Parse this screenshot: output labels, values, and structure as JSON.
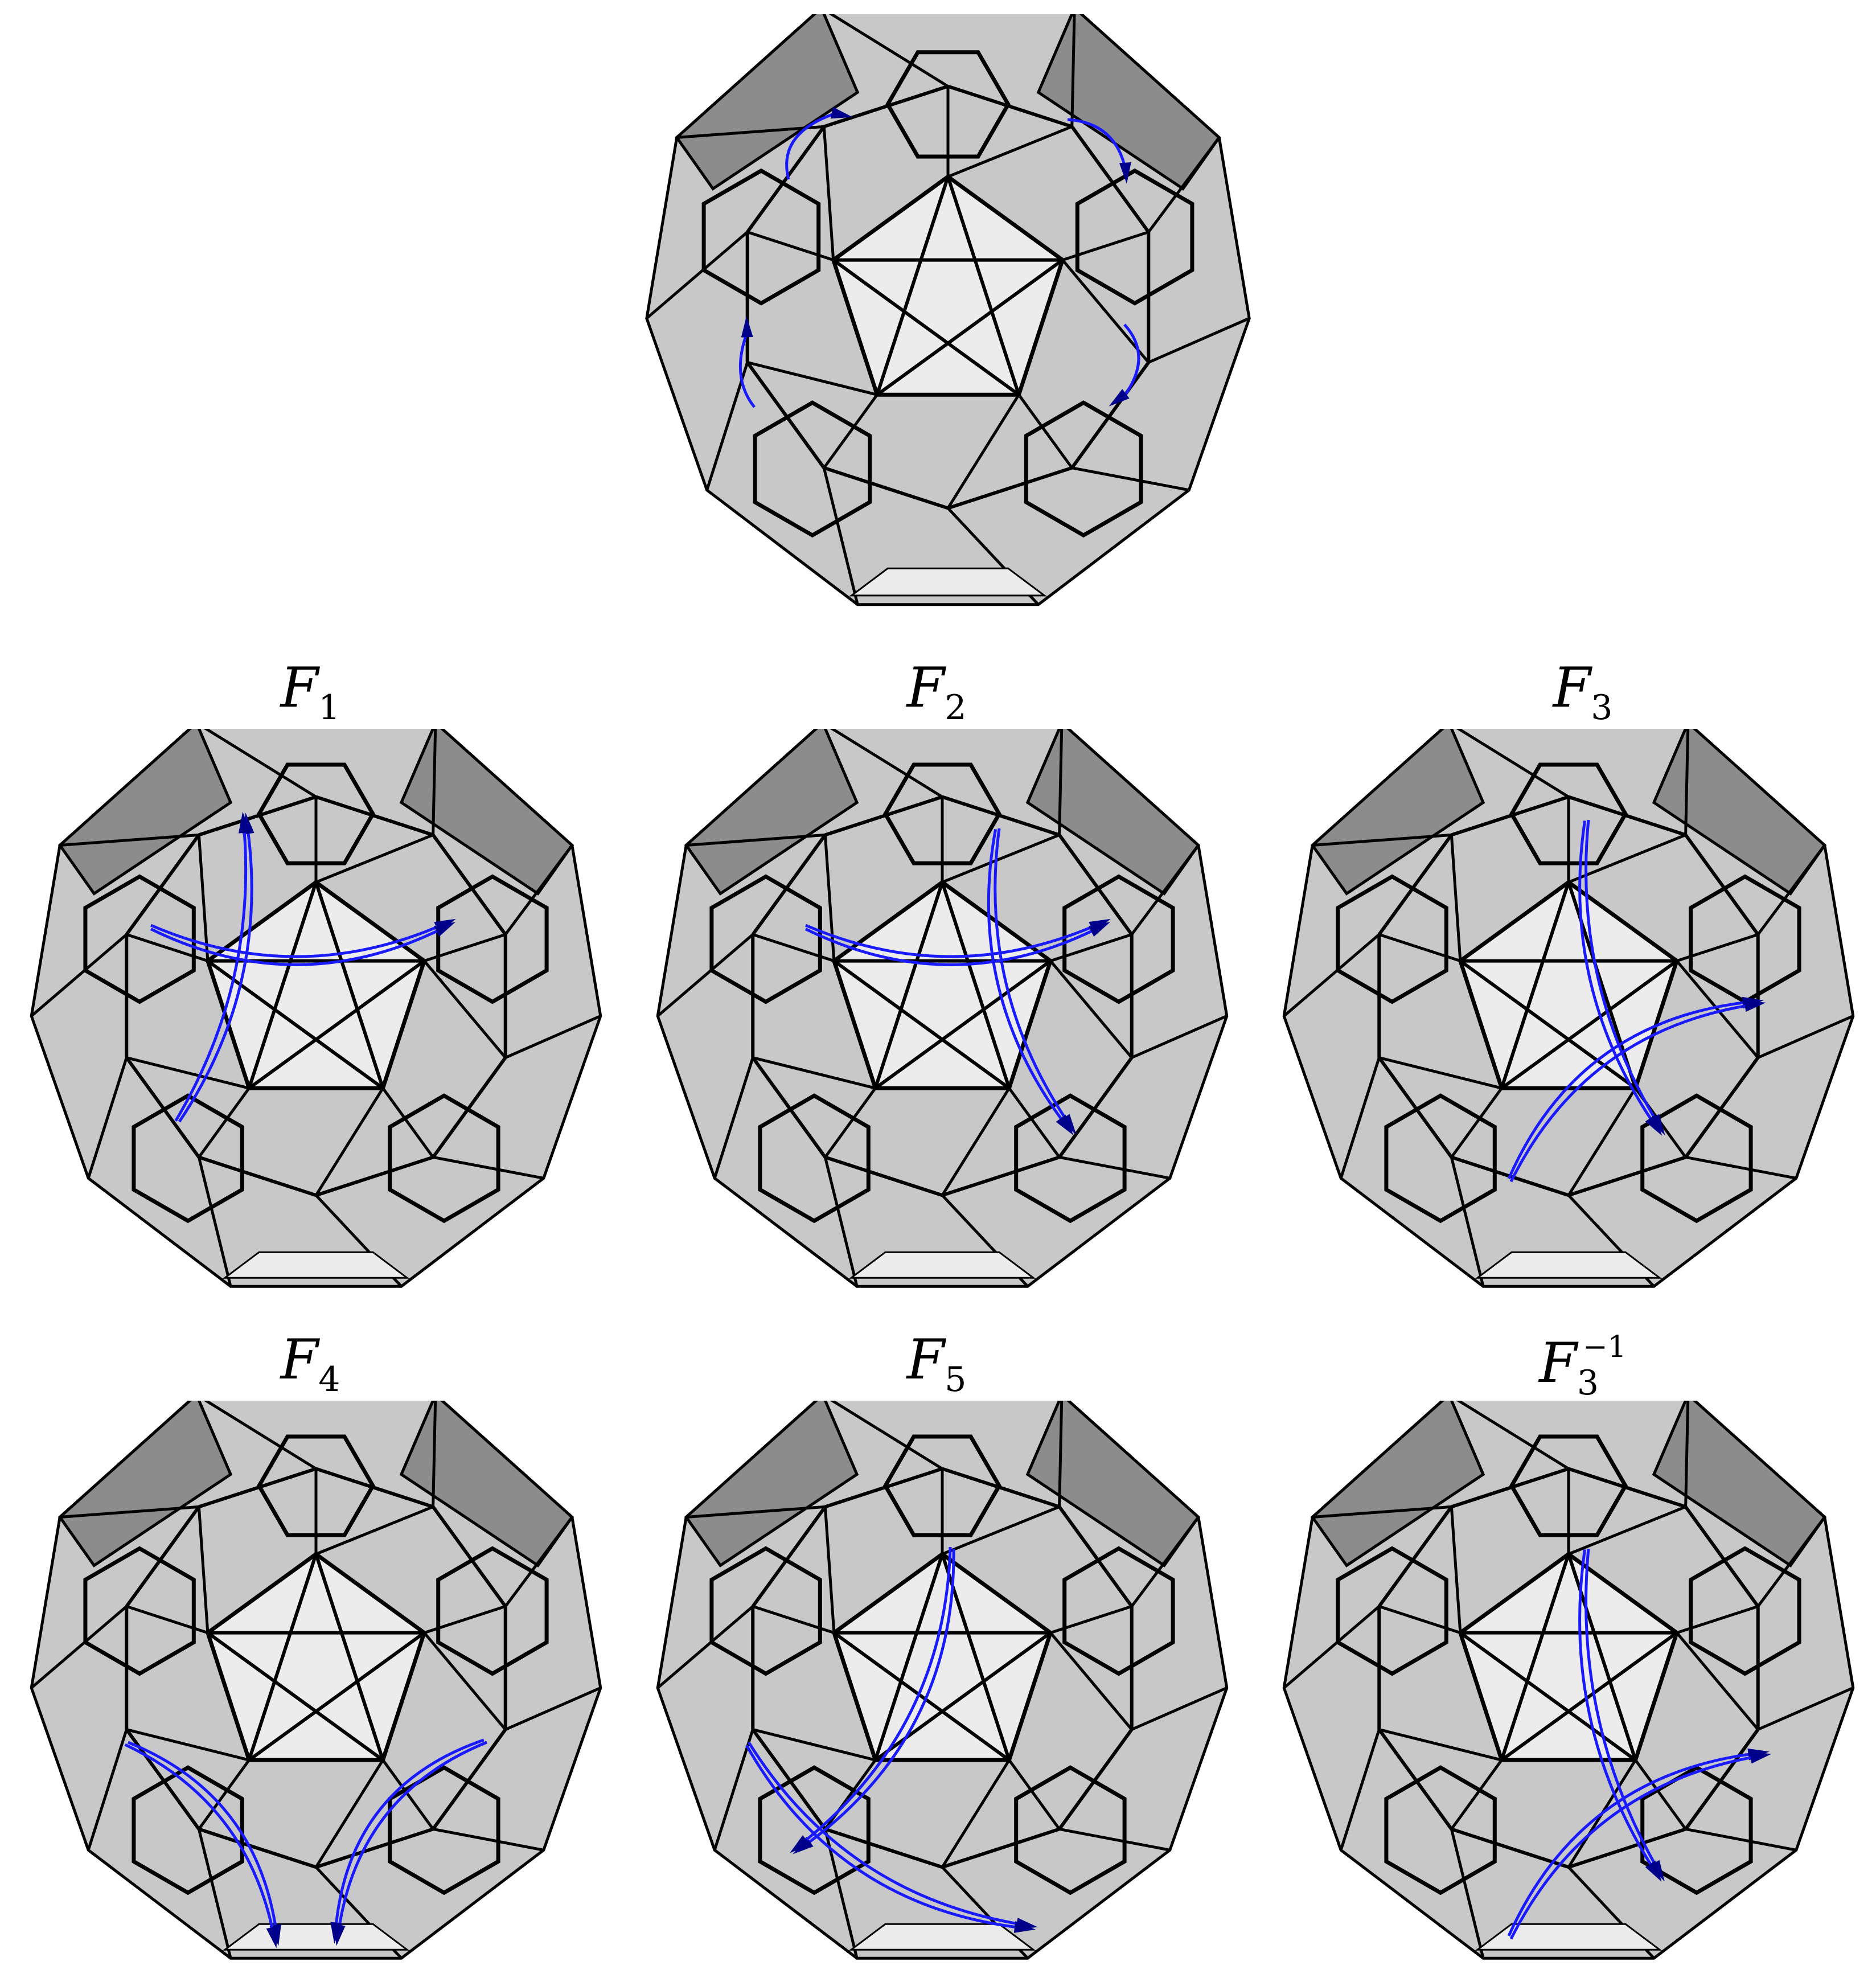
{
  "panels": [
    {
      "id": "top",
      "label": null
    },
    {
      "id": "p1",
      "label": {
        "base": "F",
        "sub": "1",
        "sup": ""
      }
    },
    {
      "id": "p2",
      "label": {
        "base": "F",
        "sub": "2",
        "sup": ""
      }
    },
    {
      "id": "p3",
      "label": {
        "base": "F",
        "sub": "3",
        "sup": ""
      }
    },
    {
      "id": "p4",
      "label": {
        "base": "F",
        "sub": "4",
        "sup": ""
      }
    },
    {
      "id": "p5",
      "label": {
        "base": "F",
        "sub": "5",
        "sup": ""
      }
    },
    {
      "id": "p6",
      "label": {
        "base": "F",
        "sub": "3",
        "sup": "−1"
      }
    }
  ],
  "colors": {
    "arrow": "#1a1aff",
    "arrow_head": "#00008b",
    "edge": "#000000",
    "face_light": "#ececec",
    "face_mid": "#c8c8c8",
    "face_dark": "#8c8c8c"
  }
}
